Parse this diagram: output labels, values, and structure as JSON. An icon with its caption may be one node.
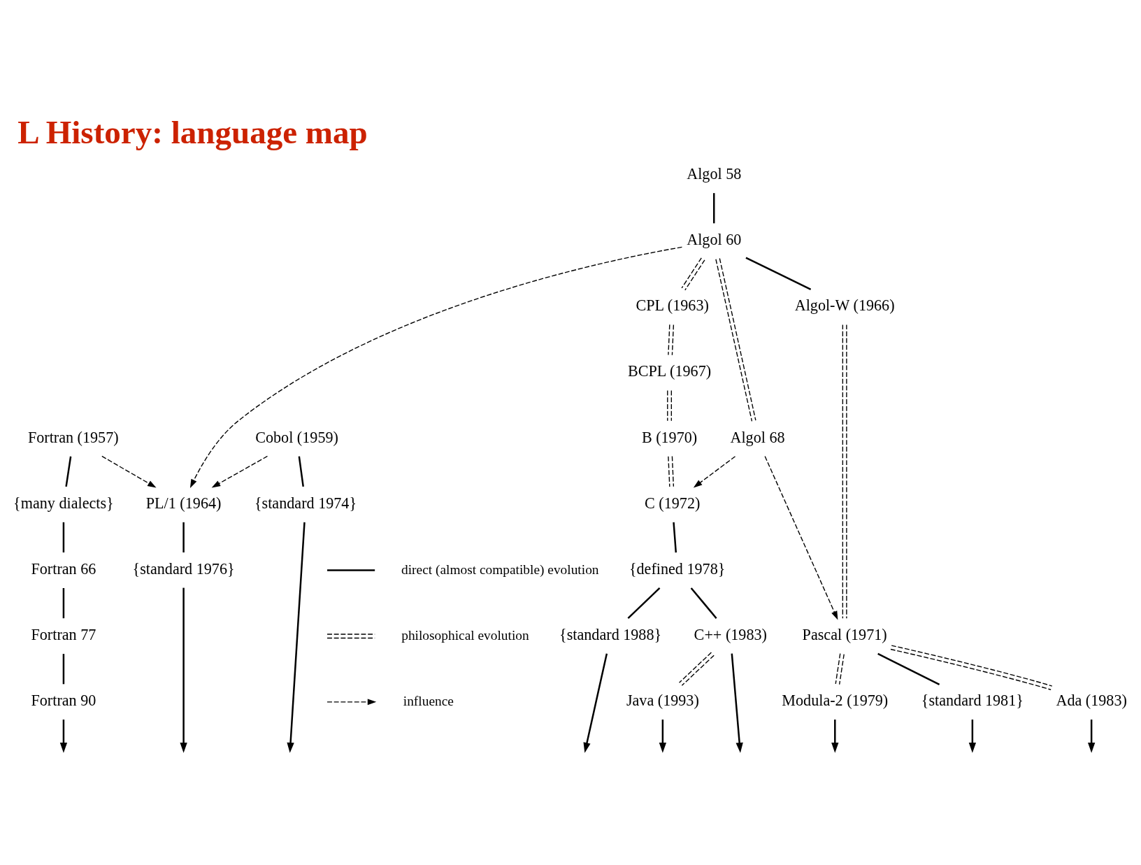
{
  "diagram": {
    "title": "L History: language map",
    "nodes": [
      {
        "text": [
          "Fortran (1957)"
        ]
      },
      {
        "text": [
          "Algol 58"
        ]
      },
      {
        "text": [
          "Cobol (1959)"
        ]
      },
      {
        "text": [
          "Algol 60"
        ]
      },
      {
        "text": [
          "CPL (1963)"
        ]
      },
      {
        "text": [
          "{many dialects}"
        ]
      },
      {
        "text": [
          "PL/1 (1964)"
        ]
      },
      {
        "text": [
          "Algol-W (1966)"
        ]
      },
      {
        "text": [
          "Fortran 66"
        ]
      },
      {
        "text": [
          "BCPL (1967)"
        ]
      },
      {
        "text": [
          "Algol 68"
        ]
      },
      {
        "text": [
          "B (1970)"
        ]
      },
      {
        "text": [
          "Pascal (1971)"
        ]
      },
      {
        "text": [
          "C (1972)"
        ]
      },
      {
        "text": [
          "{standard 1974}"
        ]
      },
      {
        "text": [
          "{standard 1976}"
        ]
      },
      {
        "text": [
          "Fortran 77"
        ]
      },
      {
        "text": [
          "{defined 1978}"
        ]
      },
      {
        "text": [
          "Modula-2 (1979)"
        ]
      },
      {
        "text": [
          "{standard 1981}"
        ]
      },
      {
        "text": [
          "C++ (1983)"
        ]
      },
      {
        "text": [
          "Ada (1983)"
        ]
      },
      {
        "text": [
          "{standard 1988}"
        ]
      },
      {
        "text": [
          "Fortran 90"
        ]
      },
      {
        "text": [
          "Java (1993)"
        ]
      }
    ],
    "edges": [
      {
        "from": 1,
        "to": 3,
        "arrow": "none"
      },
      {
        "from": 0,
        "to": 5,
        "arrow": "none"
      },
      {
        "from": 5,
        "to": 8,
        "arrow": "none"
      },
      {
        "from": 8,
        "to": 16,
        "arrow": "none"
      },
      {
        "from": 16,
        "to": 23,
        "arrow": "none"
      },
      {
        "from": 23,
        "to": null,
        "arrow": "to"
      },
      {
        "from": 0,
        "to": 6,
        "arrow": "to",
        "style": "dashed"
      },
      {
        "from": 2,
        "to": 6,
        "arrow": "to",
        "style": "dashed"
      },
      {
        "from": 3,
        "to": 6,
        "arrow": "to",
        "style": "dashed"
      },
      {
        "from": 3,
        "to": 4,
        "arrow": "none",
        "style": "dashed"
      },
      {
        "from": 3,
        "to": 7,
        "arrow": "none"
      },
      {
        "from": 3,
        "to": 10,
        "arrow": "none",
        "style": "dashed"
      },
      {
        "from": 4,
        "to": 9,
        "arrow": "none",
        "style": "dashed"
      },
      {
        "from": 9,
        "to": 11,
        "arrow": "none",
        "style": "dashed"
      },
      {
        "from": 11,
        "to": 13,
        "arrow": "none",
        "style": "dashed"
      },
      {
        "from": 7,
        "to": 12,
        "arrow": "none",
        "style": "dashed"
      },
      {
        "from": 10,
        "to": 12,
        "arrow": "to",
        "style": "dashed"
      },
      {
        "from": 10,
        "to": 13,
        "arrow": "to",
        "style": "dashed"
      },
      {
        "from": 2,
        "to": 14,
        "arrow": "none"
      },
      {
        "from": 14,
        "to": null,
        "arrow": "to"
      },
      {
        "from": 6,
        "to": 15,
        "arrow": "none"
      },
      {
        "from": 15,
        "to": null,
        "arrow": "to"
      },
      {
        "from": 13,
        "to": 17,
        "arrow": "none"
      },
      {
        "from": 17,
        "to": 22,
        "arrow": "none"
      },
      {
        "from": 22,
        "to": null,
        "arrow": "to"
      },
      {
        "from": 17,
        "to": 20,
        "arrow": "none"
      },
      {
        "from": 20,
        "to": null,
        "arrow": "to"
      },
      {
        "from": 20,
        "to": 24,
        "arrow": "none",
        "style": "dashed"
      },
      {
        "from": 24,
        "to": null,
        "arrow": "to"
      },
      {
        "from": 12,
        "to": 21,
        "arrow": "none",
        "style": "dashed"
      },
      {
        "from": 21,
        "to": null,
        "arrow": "to"
      },
      {
        "from": 12,
        "to": 19,
        "arrow": "none"
      },
      {
        "from": 19,
        "to": null,
        "arrow": "to"
      },
      {
        "from": 12,
        "to": 18,
        "arrow": "none",
        "style": "dashed"
      },
      {
        "from": 18,
        "to": null,
        "arrow": "to"
      }
    ],
    "legend": [
      {
        "text": "direct (almost compatible) evolution"
      },
      {
        "text": "philosophical evolution"
      },
      {
        "text": "influence"
      }
    ]
  }
}
